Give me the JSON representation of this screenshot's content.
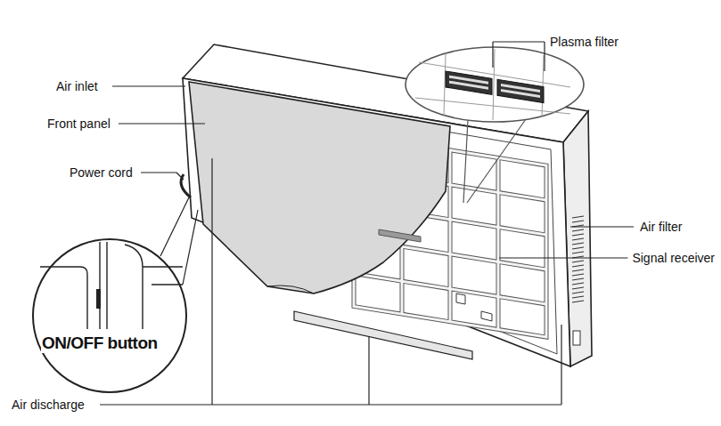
{
  "diagram": {
    "labels": [
      "Plasma filter",
      "Air inlet",
      "Front panel",
      "Power cord",
      "Air filter",
      "Signal receiver",
      "ON/OFF button",
      "Air discharge"
    ]
  }
}
